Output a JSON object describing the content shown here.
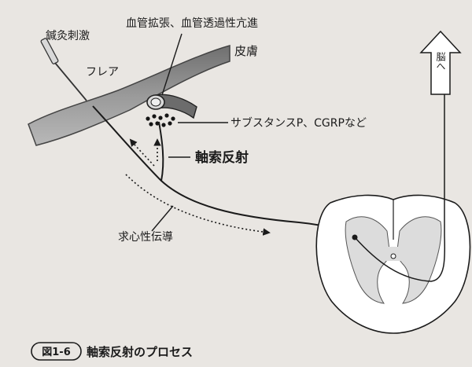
{
  "labels": {
    "acupuncture": "鍼灸刺激",
    "vasodilation": "血管拡張、血管透過性亢進",
    "skin": "皮膚",
    "flare": "フレア",
    "neuropeptides": "サブスタンスP、CGRPなど",
    "axon_reflex": "軸索反射",
    "afferent_conduction": "求心性伝導",
    "to_brain": "脳へ"
  },
  "caption": {
    "figure_number": "図1-6",
    "title": "軸索反射のプロセス"
  },
  "colors": {
    "background": "#e9e6e2",
    "skin_fill": "#8c8c8c",
    "skin_dark": "#5a5a5a",
    "cord_fill": "#ffffff",
    "gray_matter": "#dcdcdc",
    "line": "#1b1b1b"
  }
}
